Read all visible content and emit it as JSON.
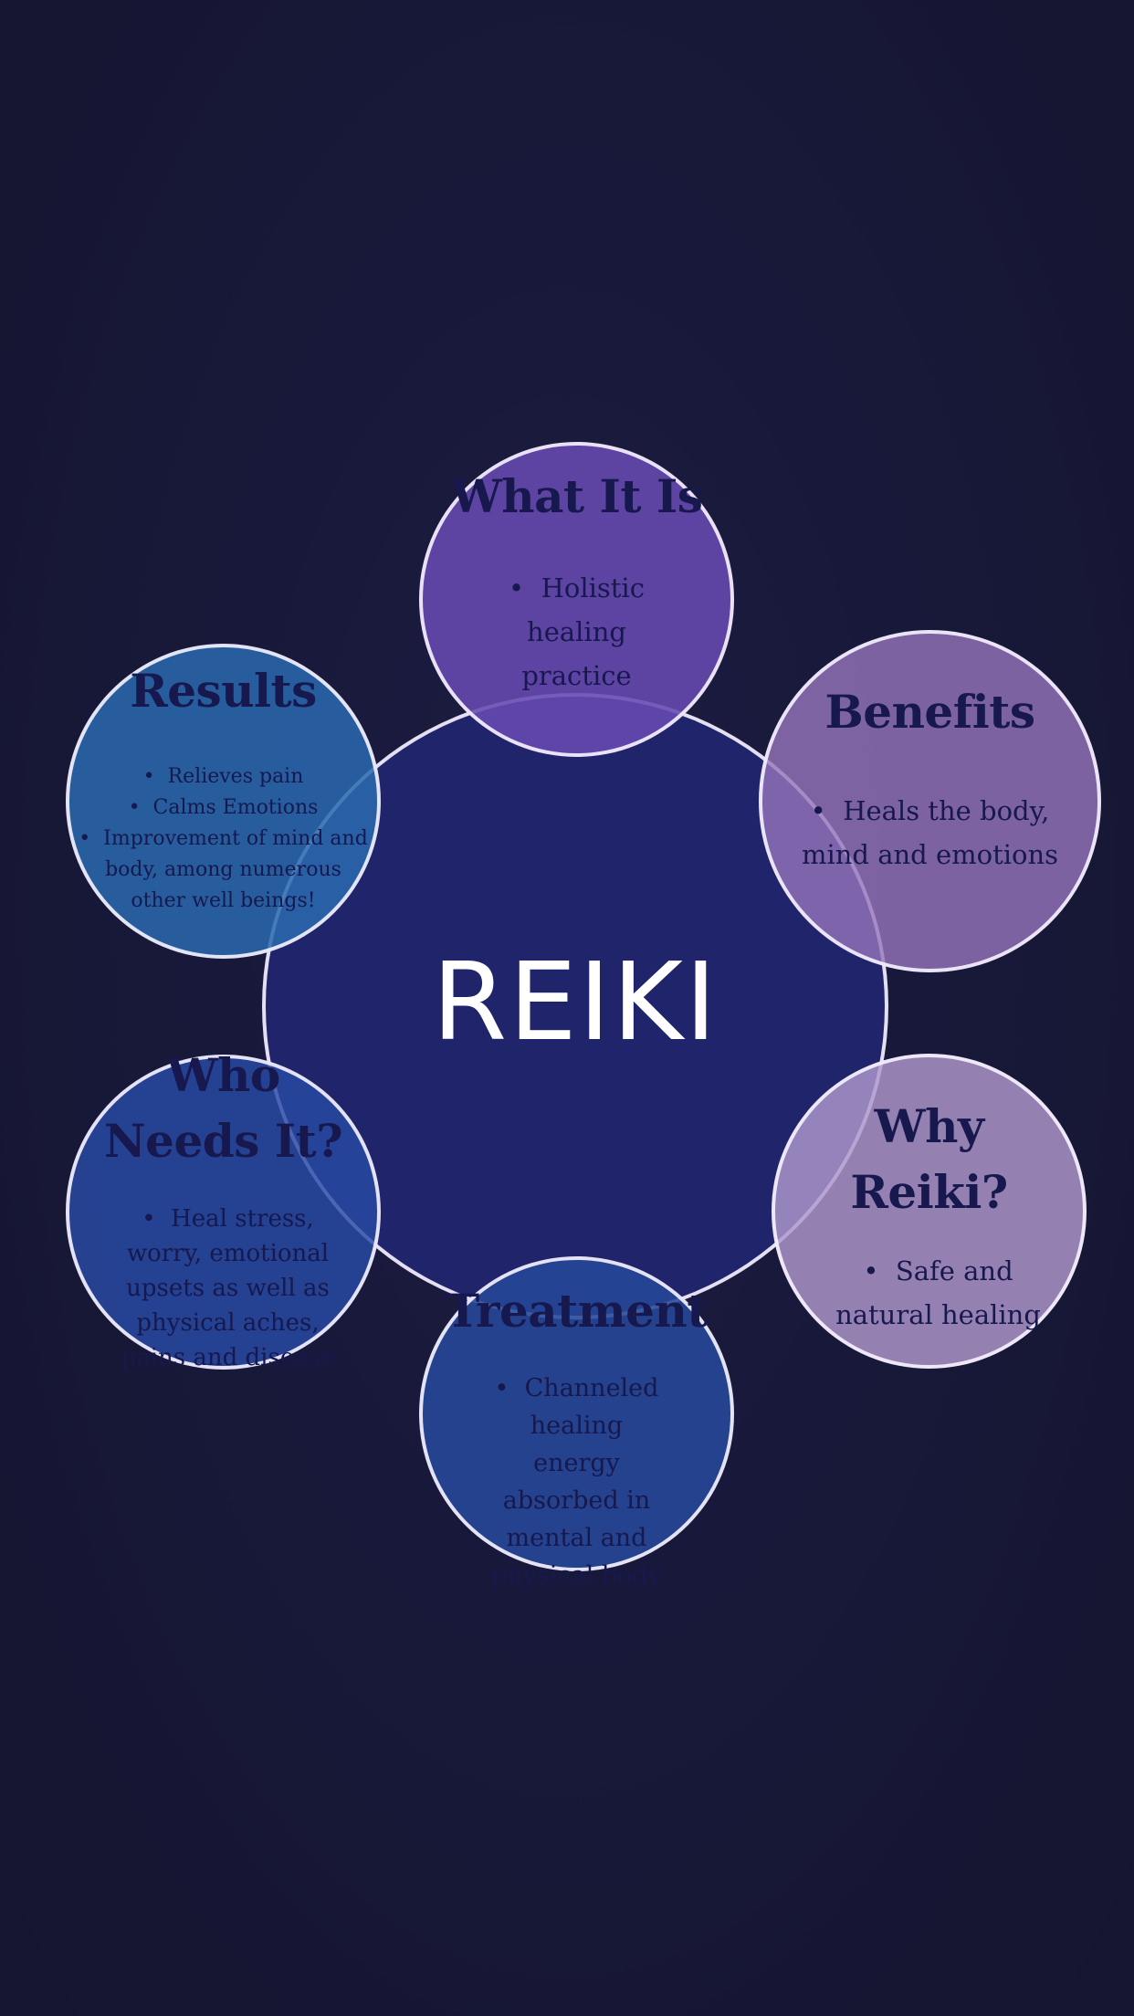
{
  "center": {
    "label": "REIKI"
  },
  "satellites": {
    "what_it_is": {
      "title": "What It Is",
      "bullets": [
        "Holistic healing practice"
      ]
    },
    "benefits": {
      "title": "Benefits",
      "bullets": [
        "Heals the body, mind and emotions"
      ]
    },
    "why_reiki": {
      "title_line1": "Why",
      "title_line2": "Reiki?",
      "bullets": [
        "Safe and natural healing"
      ]
    },
    "treatment": {
      "title": "Treatment",
      "bullets": [
        "Channeled healing energy absorbed in mental and physical body"
      ]
    },
    "who_needs_it": {
      "title_line1": "Who",
      "title_line2": "Needs It?",
      "bullets": [
        "Heal stress, worry, emotional upsets as well as physical aches, pains and disease"
      ]
    },
    "results": {
      "title": "Results",
      "bullets": [
        "Relieves pain",
        "Calms Emotions",
        "Improvement of mind and body, among numerous other well beings!"
      ]
    }
  },
  "colors": {
    "background": "#18183a",
    "center_fill": "#20246a",
    "outline": "#f5f0ff",
    "text_dark": "#16184e",
    "center_text": "#ffffff"
  }
}
